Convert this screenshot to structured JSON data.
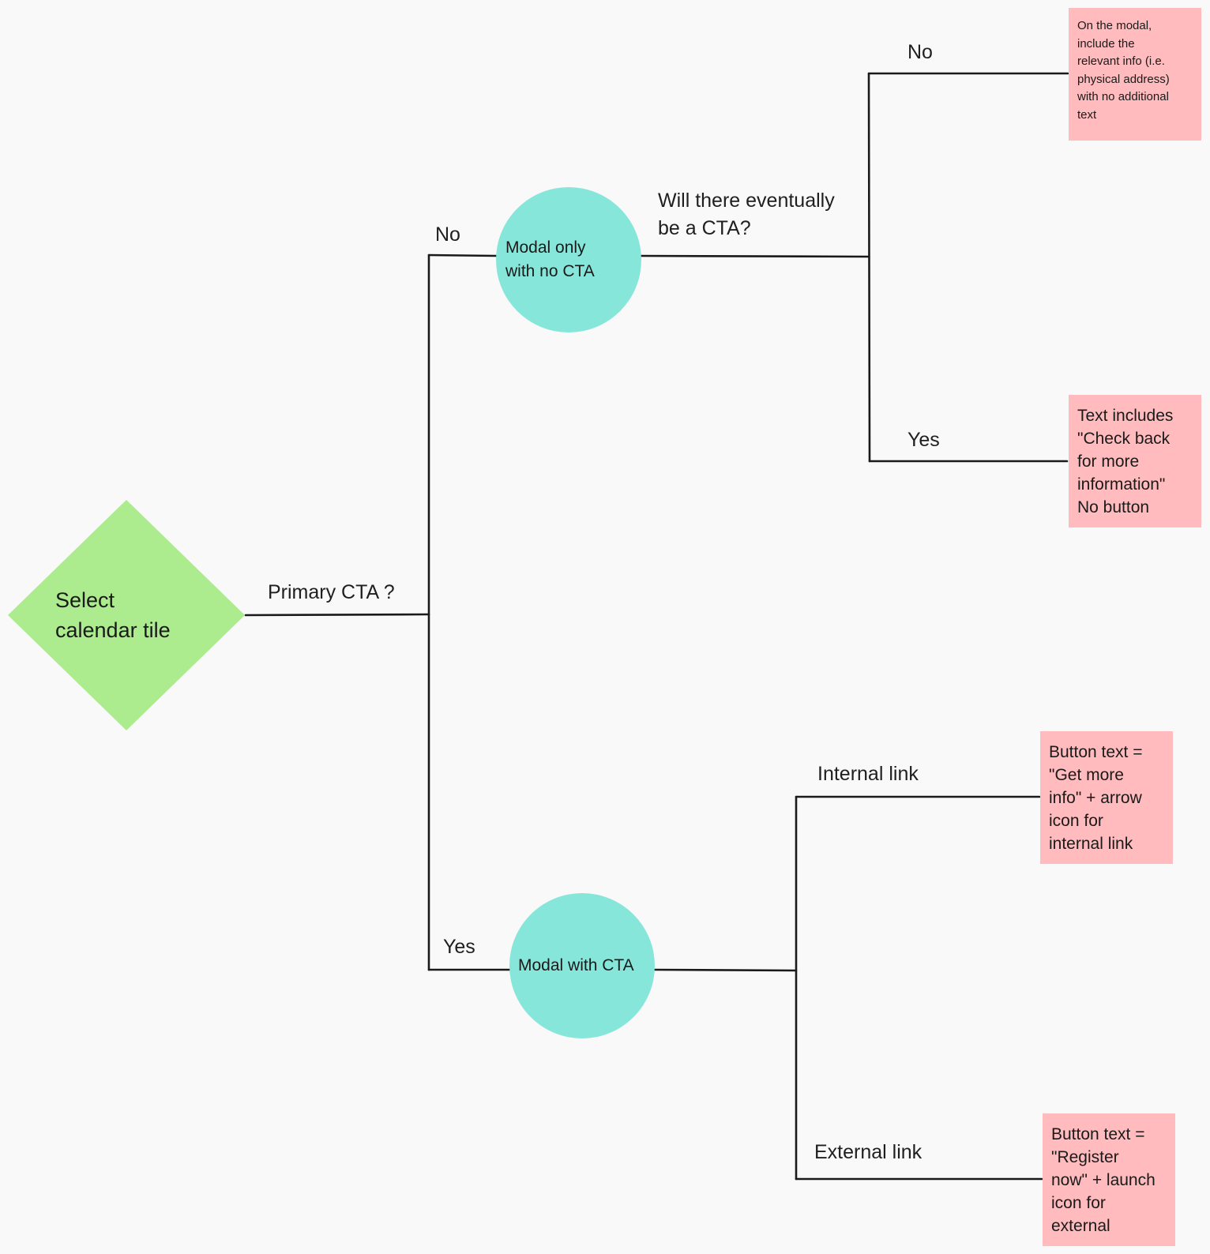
{
  "decision": {
    "start_label": "Select\ncalendar tile",
    "question": "Primary CTA ?",
    "no_branch_label": "No",
    "yes_branch_label": "Yes"
  },
  "modal_no_cta": {
    "label": "Modal only\nwith no CTA",
    "question": "Will there eventually\nbe a CTA?",
    "no_label": "No",
    "yes_label": "Yes",
    "no_outcome": "On the modal,\ninclude the\nrelevant info (i.e.\nphysical address)\nwith no additional\ntext",
    "yes_outcome": "Text includes\n\"Check back\nfor more\ninformation\"\nNo button"
  },
  "modal_cta": {
    "label": "Modal with CTA",
    "internal_label": "Internal link",
    "external_label": "External link",
    "internal_outcome": "Button text =\n\"Get more\ninfo\" + arrow\nicon for\ninternal link",
    "external_outcome": "Button text =\n\"Register\nnow\" + launch\nicon for\nexternal"
  },
  "colors": {
    "background": "#f9f9f9",
    "diamond": "#acec8e",
    "circle": "#87e6da",
    "note": "#ffbbbd",
    "line": "#1a1a1a"
  }
}
